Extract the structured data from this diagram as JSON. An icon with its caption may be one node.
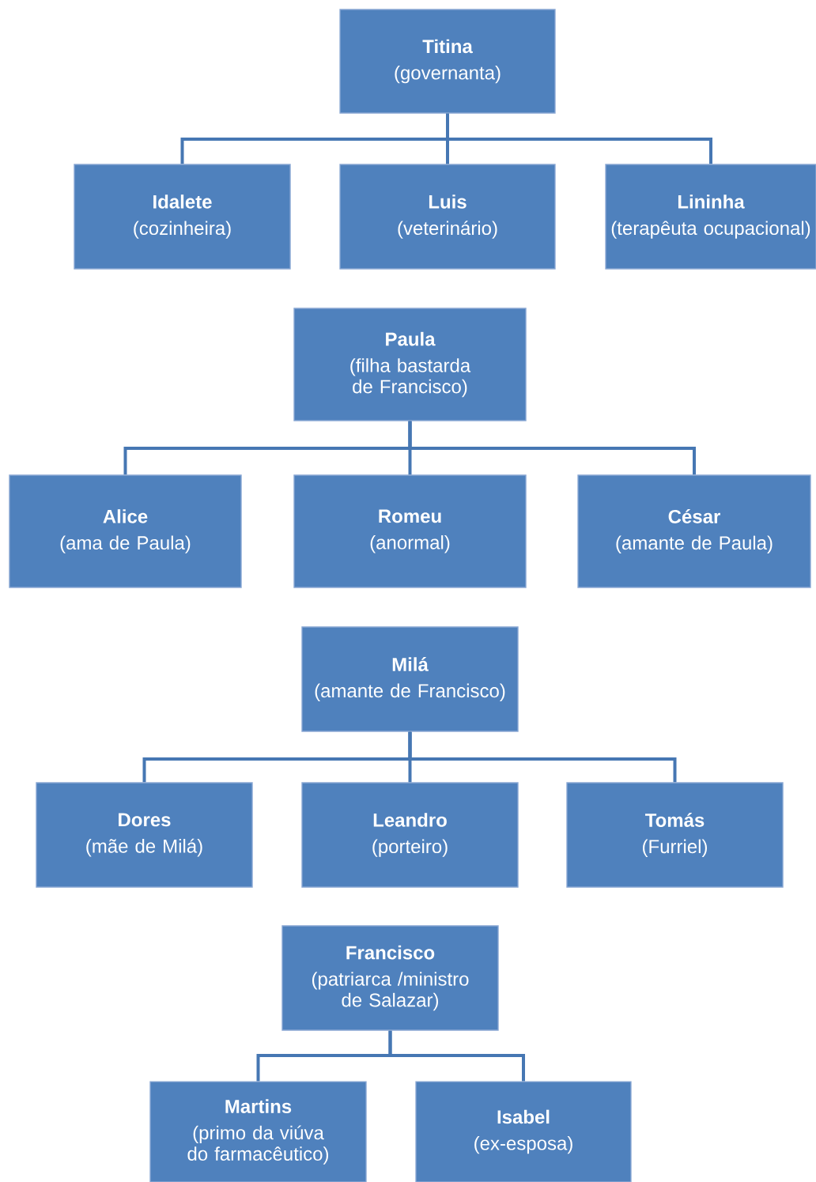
{
  "diagram": {
    "nodes": [
      {
        "text": [
          "Titina",
          "(governanta)"
        ]
      },
      {
        "text": [
          "Idalete",
          "(cozinheira)"
        ]
      },
      {
        "text": [
          "Luis",
          "(veterinário)"
        ]
      },
      {
        "text": [
          "Lininha",
          "(terapêuta ocupacional)"
        ]
      },
      {
        "text": [
          "Paula",
          "(filha bastarda de Francisco)"
        ]
      },
      {
        "text": [
          "Alice",
          "(ama de Paula)"
        ]
      },
      {
        "text": [
          "Romeu",
          "(anormal)"
        ]
      },
      {
        "text": [
          "César",
          "(amante de Paula)"
        ]
      },
      {
        "text": [
          "Milá",
          "(amante de Francisco)"
        ]
      },
      {
        "text": [
          "Dores",
          "(mãe de Milá)"
        ]
      },
      {
        "text": [
          "Leandro",
          "(porteiro)"
        ]
      },
      {
        "text": [
          "Tomás",
          "(Furriel)"
        ]
      },
      {
        "text": [
          "Francisco",
          "(patriarca /ministro de Salazar)"
        ]
      },
      {
        "text": [
          "Martins",
          "(primo da viúva do farmacêutico)"
        ]
      },
      {
        "text": [
          "Isabel",
          "(ex-esposa)"
        ]
      }
    ],
    "edges": [
      {
        "from": 0,
        "to": 1,
        "arrow": "none"
      },
      {
        "from": 0,
        "to": 2,
        "arrow": "none"
      },
      {
        "from": 0,
        "to": 3,
        "arrow": "none"
      },
      {
        "from": 4,
        "to": 5,
        "arrow": "none"
      },
      {
        "from": 4,
        "to": 6,
        "arrow": "none"
      },
      {
        "from": 4,
        "to": 7,
        "arrow": "none"
      },
      {
        "from": 8,
        "to": 9,
        "arrow": "none"
      },
      {
        "from": 8,
        "to": 10,
        "arrow": "none"
      },
      {
        "from": 8,
        "to": 11,
        "arrow": "none"
      },
      {
        "from": 12,
        "to": 13,
        "arrow": "none"
      },
      {
        "from": 12,
        "to": 14,
        "arrow": "none"
      }
    ]
  }
}
